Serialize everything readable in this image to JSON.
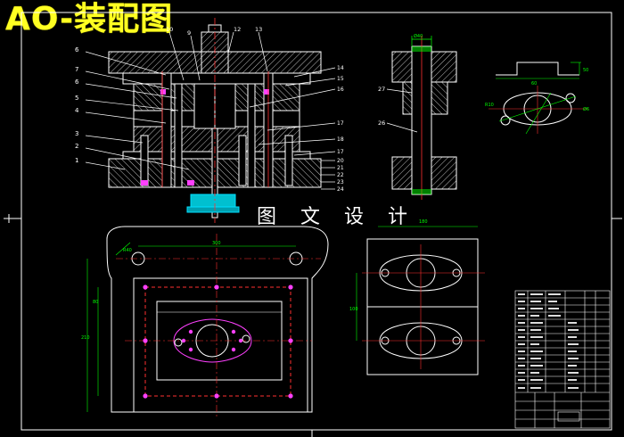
{
  "title": "AO-装配图",
  "subtitle": "图 文 设 计",
  "colors": {
    "background": "#000000",
    "outline": "#ffffff",
    "hatch": "#e8e8e8",
    "center": "#ff3030",
    "dimension": "#00ff00",
    "magenta": "#ff40ff",
    "cyan": "#00e0ff",
    "yellow": "#ffff22",
    "blue": "#4040ff"
  },
  "main_view": {
    "left_callouts": [
      "6",
      "7",
      "6",
      "5",
      "4",
      "3",
      "2",
      "1"
    ],
    "top_callouts": [
      "10",
      "9",
      "12",
      "13"
    ],
    "right_callouts": [
      "14",
      "15",
      "16",
      "17",
      "18",
      "17",
      "20",
      "21",
      "22",
      "23",
      "24"
    ]
  },
  "side_view": {
    "callouts": [
      "27",
      "26"
    ],
    "top_dim": "Ø40"
  },
  "part_detail": {
    "dims": [
      "60",
      "50",
      "R10",
      "Ø6"
    ]
  },
  "plan_view": {
    "dims": [
      "300",
      "80",
      "210",
      "R40"
    ]
  },
  "strip_view": {
    "dims": [
      "180",
      "100"
    ]
  }
}
